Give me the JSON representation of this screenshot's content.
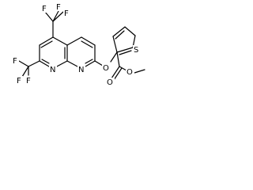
{
  "molecule": {
    "atoms": {
      "f1": "F",
      "f2": "F",
      "f3": "F",
      "f4": "F",
      "f5": "F",
      "f6": "F",
      "n1": "N",
      "n8": "N",
      "o_ether": "O",
      "s": "S",
      "o_carbonyl": "O",
      "o_ester": "O"
    }
  }
}
